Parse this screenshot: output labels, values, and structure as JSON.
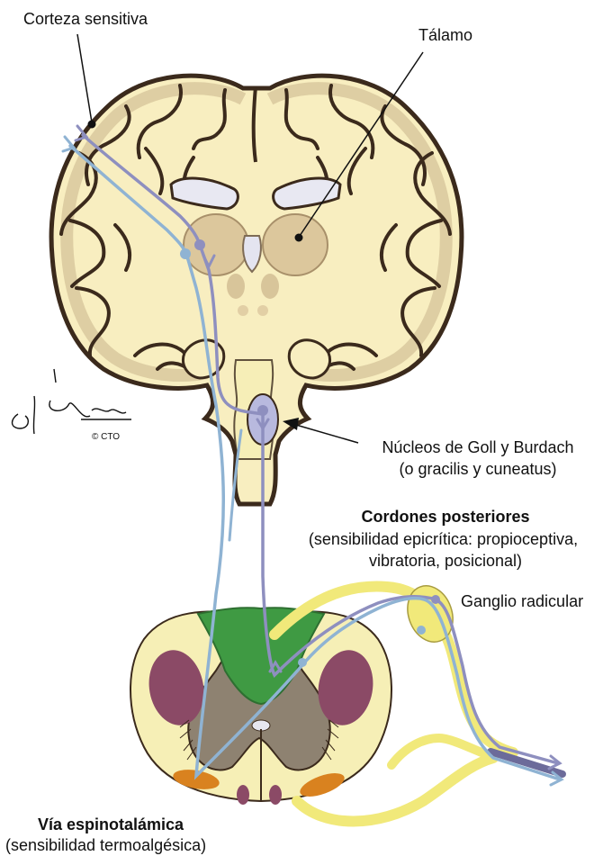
{
  "labels": {
    "corteza": "Corteza sensitiva",
    "talamo": "Tálamo",
    "nucleos_line1": "Núcleos de Goll y Burdach",
    "nucleos_line2": "(o gracilis y cuneatus)",
    "cordones_title": "Cordones posteriores",
    "cordones_line1": "(sensibilidad epicrítica: propioceptiva,",
    "cordones_line2": "vibratoria, posicional)",
    "ganglio": "Ganglio radicular",
    "via_title": "Vía espinotalámica",
    "via_sub": "(sensibilidad termoalgésica)",
    "copyright": "© CTO"
  },
  "colors": {
    "brain_fill": "#f8eec0",
    "gyri_line": "#3b2a1c",
    "gray_matter": "#8e8271",
    "white_matter": "#f6efb6",
    "posterior_column": "#3f9a43",
    "lateral_mass": "#8b4a66",
    "spinothalamic": "#d9821f",
    "pathway_blue": "#8fb3d3",
    "pathway_lilac": "#8e8fbf",
    "root_yellow": "#f1e97a"
  }
}
